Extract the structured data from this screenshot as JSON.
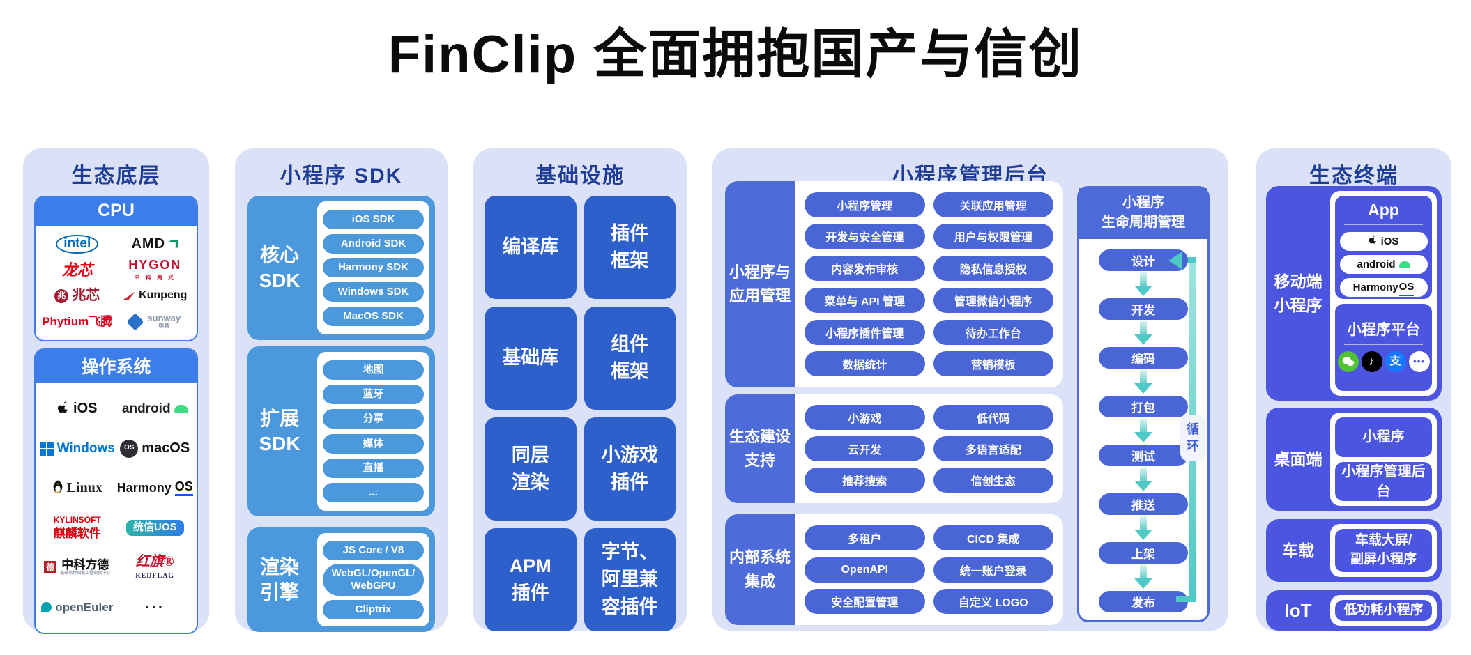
{
  "title": "FinClip 全面拥抱国产与信创",
  "colors": {
    "panel": "#dbe2f8",
    "heading": "#1f3d96",
    "accent_blue": "#3d7de9",
    "sky_blue": "#4c98dd",
    "royal_blue": "#2d60ca",
    "indigo": "#4a66d6",
    "violet": "#4b55e0",
    "teal": "#4ec9c6"
  },
  "eco_base": {
    "header": "生态底层",
    "cpu": {
      "title": "CPU",
      "vendors": [
        {
          "text": "intel"
        },
        {
          "text": "AMD"
        },
        {
          "text": "龙芯"
        },
        {
          "text": "HYGON",
          "sub": "中 科 海 光"
        },
        {
          "text": "兆芯",
          "badge": "兆"
        },
        {
          "text": "Kunpeng"
        },
        {
          "text": "Phytium飞腾"
        },
        {
          "text": "sunway",
          "sub": "申威"
        }
      ]
    },
    "os": {
      "title": "操作系统",
      "systems": [
        {
          "text": "iOS"
        },
        {
          "text": "android"
        },
        {
          "text": "Windows"
        },
        {
          "text": "macOS",
          "badge": "OS"
        },
        {
          "text": "Linux"
        },
        {
          "text": "Harmony",
          "text2": "OS"
        },
        {
          "line1": "KYLINSOFT",
          "line2": "麒麟软件"
        },
        {
          "text": "统信UOS"
        },
        {
          "text": "中科方德",
          "badge": "德",
          "sub": "基础软件国家工程研究中心"
        },
        {
          "line1": "红旗®",
          "line2": "REDFLAG"
        },
        {
          "text": "openEuler"
        },
        {
          "text": "···"
        }
      ]
    }
  },
  "sdk": {
    "header": "小程序 SDK",
    "sections": [
      {
        "label": "核心\nSDK",
        "pills": [
          "iOS SDK",
          "Android SDK",
          "Harmony SDK",
          "Windows SDK",
          "MacOS SDK"
        ]
      },
      {
        "label": "扩展\nSDK",
        "pills": [
          "地图",
          "蓝牙",
          "分享",
          "媒体",
          "直播",
          "..."
        ]
      },
      {
        "label": "渲染\n引擎",
        "pills": [
          "JS Core / V8",
          "WebGL/OpenGL/\nWebGPU",
          "Cliptrix"
        ]
      }
    ]
  },
  "infra": {
    "header": "基础设施",
    "blocks": [
      "编译库",
      "插件\n框架",
      "基础库",
      "组件\n框架",
      "同层\n渲染",
      "小游戏\n插件",
      "APM\n插件",
      "字节、\n阿里兼\n容插件"
    ]
  },
  "admin": {
    "header": "小程序管理后台",
    "groups": [
      {
        "label": "小程序与\n应用管理",
        "pills": [
          "小程序管理",
          "关联应用管理",
          "开发与安全管理",
          "用户与权限管理",
          "内容发布审核",
          "隐私信息授权",
          "菜单与 API 管理",
          "管理微信小程序",
          "小程序插件管理",
          "待办工作台",
          "数据统计",
          "营销模板"
        ]
      },
      {
        "label": "生态建设\n支持",
        "pills": [
          "小游戏",
          "低代码",
          "云开发",
          "多语言适配",
          "推荐搜索",
          "信创生态"
        ]
      },
      {
        "label": "内部系统\n集成",
        "pills": [
          "多租户",
          "CICD 集成",
          "OpenAPI",
          "统一账户登录",
          "安全配置管理",
          "自定义 LOGO"
        ]
      }
    ],
    "lifecycle": {
      "title": "小程序\n生命周期管理",
      "steps": [
        "设计",
        "开发",
        "编码",
        "打包",
        "测试",
        "推送",
        "上架",
        "发布"
      ],
      "loop_label": "循\n环"
    }
  },
  "terminal": {
    "header": "生态终端",
    "mobile": {
      "label": "移动端\n小程序",
      "app": {
        "title": "App",
        "ios": "iOS",
        "android": "android",
        "harmony": "Harmony",
        "harmony2": "OS"
      },
      "platform": {
        "title": "小程序平台",
        "douyin_glyph": "♪",
        "alipay_glyph": "支",
        "more_glyph": "•••"
      }
    },
    "desktop": {
      "label": "桌面端",
      "blocks": [
        "小程序",
        "小程序管理后台"
      ]
    },
    "vehicle": {
      "label": "车载",
      "blocks": [
        "车载大屏/\n副屏小程序"
      ]
    },
    "iot": {
      "label": "IoT",
      "blocks": [
        "低功耗小程序"
      ]
    }
  }
}
